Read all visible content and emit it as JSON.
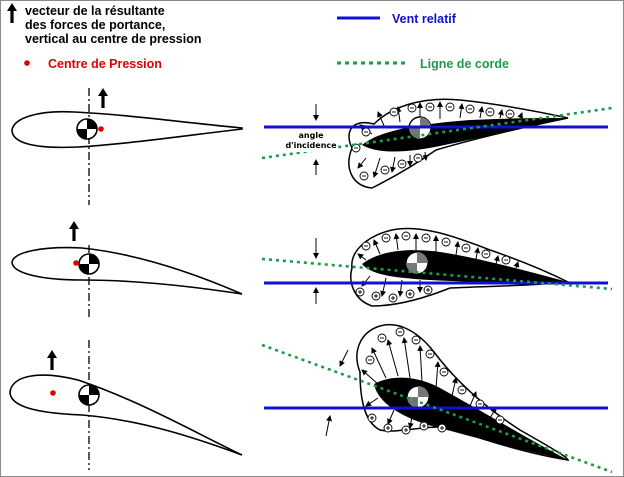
{
  "legend": {
    "lift_vector": "vecteur de la résultante\ndes forces de portance,\nvertical au centre de pression",
    "pressure_center": "Centre de Pression",
    "relative_wind": "Vent relatif",
    "chord_line": "Ligne de corde"
  },
  "annotations": {
    "angle_label": "angle\nd'incidence"
  },
  "colors": {
    "relative_wind": "#1010d0",
    "chord_line": "#1f9a4a",
    "pressure_center": "#e00000",
    "outline": "#000000",
    "frame": "#8a8a8a"
  },
  "icons": {
    "lift_vector": "up-arrow-icon",
    "pressure_center": "red-dot-icon",
    "center_of_gravity": "cg-symbol-icon",
    "suction": "minus-circle-icon",
    "pressure": "plus-circle-icon"
  }
}
